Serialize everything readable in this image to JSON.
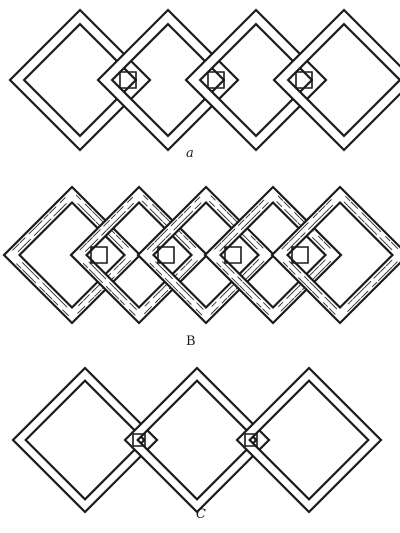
{
  "figures": [
    {
      "label": "a",
      "count": 4,
      "style": "plain"
    },
    {
      "label": "B",
      "count": 5,
      "style": "hatched"
    },
    {
      "label": "C",
      "count": 3,
      "style": "plain"
    }
  ],
  "colors": {
    "line": "#1a1a1a",
    "paper": "#ffffff"
  }
}
